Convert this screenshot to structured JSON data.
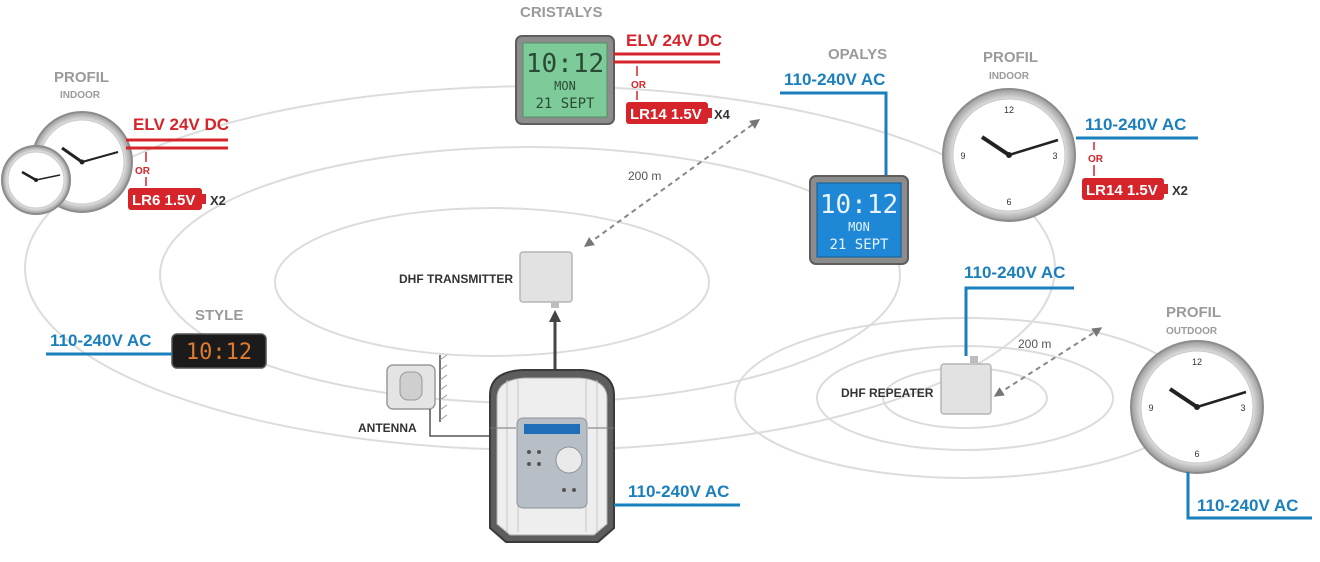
{
  "labels": {
    "cristalys_title": "CRISTALYS",
    "cristalys_power": "ELV 24V DC",
    "cristalys_or": "OR",
    "cristalys_battery": "LR14 1.5V",
    "cristalys_qty": "X4",
    "cristalys_time": "10:12",
    "cristalys_day": "MON",
    "cristalys_date": "21 SEPT",
    "opalys_title": "OPALYS",
    "opalys_power": "110-240V AC",
    "opalys_time": "10:12",
    "opalys_day": "MON",
    "opalys_date": "21 SEPT",
    "profil_left_title": "PROFIL",
    "profil_left_sub": "INDOOR",
    "profil_left_power": "ELV 24V DC",
    "profil_left_or": "OR",
    "profil_left_battery": "LR6 1.5V",
    "profil_left_qty": "X2",
    "profil_right_title": "PROFIL",
    "profil_right_sub": "INDOOR",
    "profil_right_power": "110-240V AC",
    "profil_right_or": "OR",
    "profil_right_battery": "LR14 1.5V",
    "profil_right_qty": "X2",
    "profil_outdoor_title": "PROFIL",
    "profil_outdoor_sub": "OUTDOOR",
    "profil_outdoor_power": "110-240V AC",
    "style_title": "STYLE",
    "style_power": "110-240V AC",
    "style_time": "10:12",
    "transmitter": "DHF TRANSMITTER",
    "distance_main": "200 m",
    "antenna": "ANTENNA",
    "master_power": "110-240V AC",
    "repeater": "DHF REPEATER",
    "repeater_power": "110-240V AC",
    "distance_repeater": "200 m"
  },
  "colors": {
    "red": "#d6242b",
    "blue": "#1a7fbd",
    "ring": "#d9d9d9",
    "gray_text": "#9a9a9a",
    "lcd_green": "#7ecb9a",
    "lcd_blue": "#1e88d6"
  }
}
